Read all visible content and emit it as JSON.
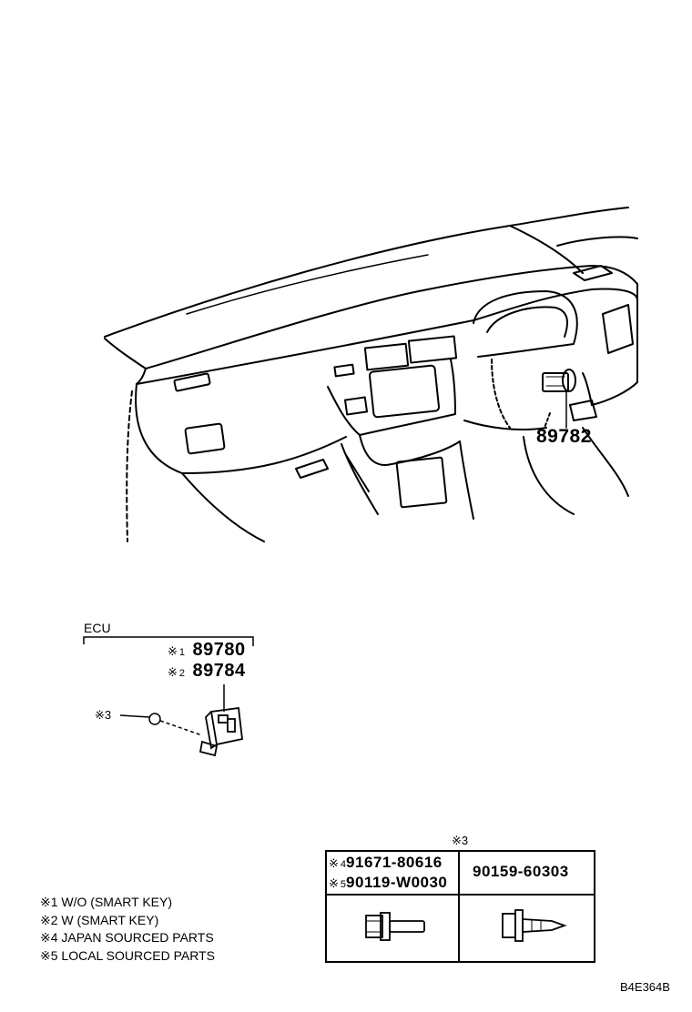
{
  "callouts": {
    "transponder_key_amplifier": "89782"
  },
  "ecu": {
    "label": "ECU",
    "items": [
      {
        "mark": "※",
        "ref": "1",
        "part": "89780"
      },
      {
        "mark": "※",
        "ref": "2",
        "part": "89784"
      }
    ],
    "fastener_mark": "※3"
  },
  "fastener_table": {
    "title": "※3",
    "options": [
      {
        "lines": [
          {
            "mark": "※",
            "ref": "4",
            "part": "91671-80616"
          },
          {
            "mark": "※",
            "ref": "5",
            "part": "90119-W0030"
          }
        ]
      },
      {
        "lines": [
          {
            "mark": "",
            "ref": "",
            "part": "90159-60303"
          }
        ]
      }
    ]
  },
  "notes": [
    "※1 W/O (SMART KEY)",
    "※2 W (SMART KEY)",
    "※4 JAPAN SOURCED PARTS",
    "※5 LOCAL SOURCED PARTS"
  ],
  "illustration_code": "B4E364B"
}
